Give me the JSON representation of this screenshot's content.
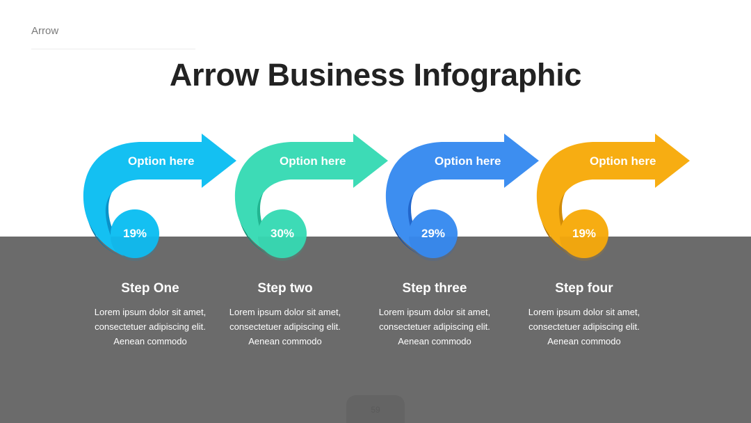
{
  "header": {
    "section_label": "Arrow",
    "title": "Arrow Business Infographic"
  },
  "steps": [
    {
      "option_label": "Option here",
      "percent": "19%",
      "title": "Step One",
      "body_lines": [
        "Lorem ipsum dolor sit amet,",
        "consectetuer adipiscing elit.",
        "Aenean commodo"
      ],
      "color_light": "#14c0f2",
      "color_dark": "#0a92c9",
      "color_deep": "#0978a8"
    },
    {
      "option_label": "Option here",
      "percent": "30%",
      "title": "Step two",
      "body_lines": [
        "Lorem ipsum dolor sit amet,",
        "consectetuer adipiscing elit.",
        "Aenean commodo"
      ],
      "color_light": "#3ddbb6",
      "color_dark": "#21b591",
      "color_deep": "#168f72"
    },
    {
      "option_label": "Option here",
      "percent": "29%",
      "title": "Step three",
      "body_lines": [
        "Lorem ipsum dolor sit amet,",
        "consectetuer adipiscing elit.",
        "Aenean commodo"
      ],
      "color_light": "#3d8ef0",
      "color_dark": "#2267cc",
      "color_deep": "#184fa3"
    },
    {
      "option_label": "Option here",
      "percent": "19%",
      "title": "Step four",
      "body_lines": [
        "Lorem ipsum dolor sit amet,",
        "consectetuer adipiscing elit.",
        "Aenean commodo"
      ],
      "color_light": "#f7ad12",
      "color_dark": "#d18b07",
      "color_deep": "#a86e05"
    }
  ],
  "footer": {
    "page_number": "59"
  }
}
